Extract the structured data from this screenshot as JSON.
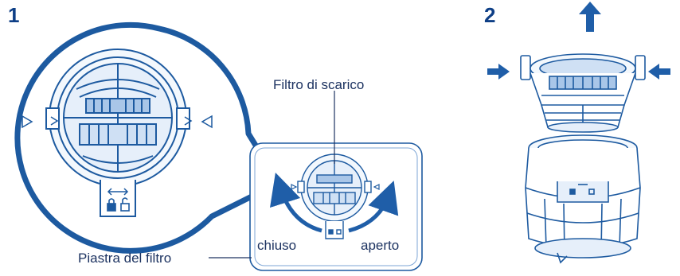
{
  "steps": {
    "one": "1",
    "two": "2"
  },
  "labels": {
    "drain_filter": "Filtro di scarico",
    "closed": "chiuso",
    "open": "aperto",
    "filter_plate": "Piastra del filtro"
  },
  "colors": {
    "outline": "#1d5aa0",
    "fill_light": "#cfe0f4",
    "fill_mid": "#a9c6e8",
    "arrow": "#1f5ea8",
    "text": "#1d3361"
  },
  "icons": [
    "lock-closed-icon",
    "lock-open-icon",
    "arrow-left-right-icon",
    "push-arrow-icon",
    "lift-arrow-icon",
    "rotate-arrow-icon"
  ]
}
